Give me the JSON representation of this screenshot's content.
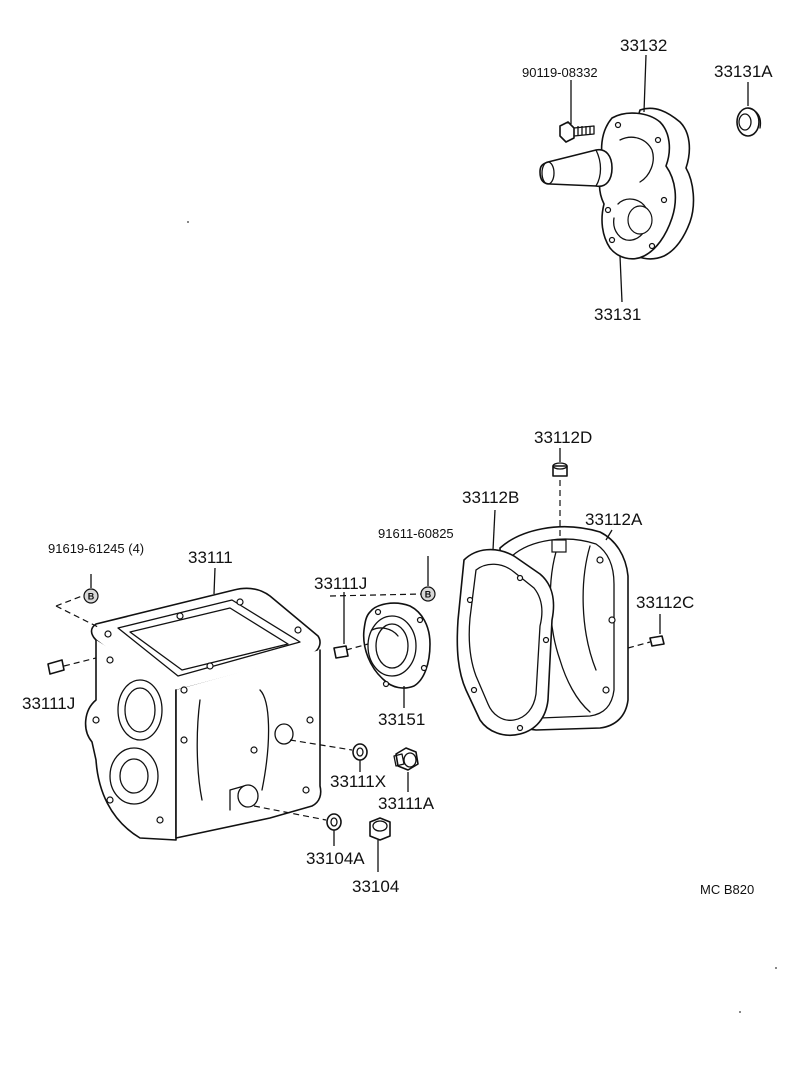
{
  "labels": {
    "p33132": "33132",
    "p90119": "90119-08332",
    "p33131A": "33131A",
    "p33131": "33131",
    "p33112D": "33112D",
    "p33112B": "33112B",
    "p33112A": "33112A",
    "p33112C": "33112C",
    "p91619": "91619-61245 (4)",
    "p33111": "33111",
    "p91611": "91611-60825",
    "p33111J_a": "33111J",
    "p33111J_b": "33111J",
    "p33151": "33151",
    "p33111X": "33111X",
    "p33111A": "33111A",
    "p33104A": "33104A",
    "p33104": "33104",
    "ref": "MC  B820"
  },
  "badges": {
    "b1": "B",
    "b2": "B"
  },
  "icons": {
    "ring": "ring-icon",
    "bolt": "bolt-icon",
    "plug": "plug-icon"
  }
}
